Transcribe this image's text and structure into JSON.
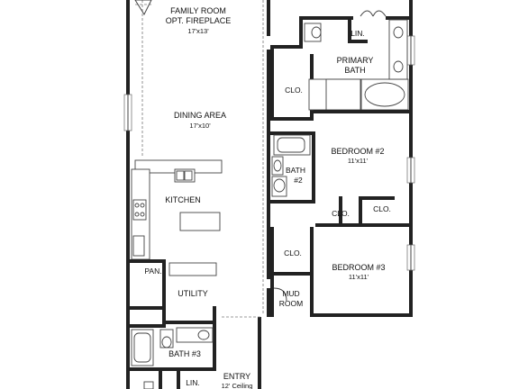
{
  "rooms": {
    "family_room": {
      "name": "FAMILY ROOM",
      "note": "OPT. FIREPLACE",
      "dim": "17'x13'"
    },
    "dining": {
      "name": "DINING AREA",
      "dim": "17'x10'"
    },
    "kitchen": {
      "name": "KITCHEN"
    },
    "pantry": {
      "name": "PAN."
    },
    "utility": {
      "name": "UTILITY"
    },
    "bath3": {
      "name": "BATH #3"
    },
    "entry": {
      "name": "ENTRY",
      "note": "12' Ceiling"
    },
    "lin_bottom": {
      "name": "LIN."
    },
    "mud_room": {
      "line1": "MUD",
      "line2": "ROOM"
    },
    "primary_bath": {
      "line1": "PRIMARY",
      "line2": "BATH"
    },
    "lin_top": {
      "name": "LIN."
    },
    "clo_primary": {
      "name": "CLO."
    },
    "bedroom2": {
      "name": "BEDROOM #2",
      "dim": "11'x11'"
    },
    "bath2": {
      "line1": "BATH",
      "line2": "#2"
    },
    "clo_b2_left": {
      "name": "CLO."
    },
    "clo_b2_right": {
      "name": "CLO."
    },
    "clo_b3": {
      "name": "CLO."
    },
    "bedroom3": {
      "name": "BEDROOM #3",
      "dim": "11'x11'"
    }
  }
}
